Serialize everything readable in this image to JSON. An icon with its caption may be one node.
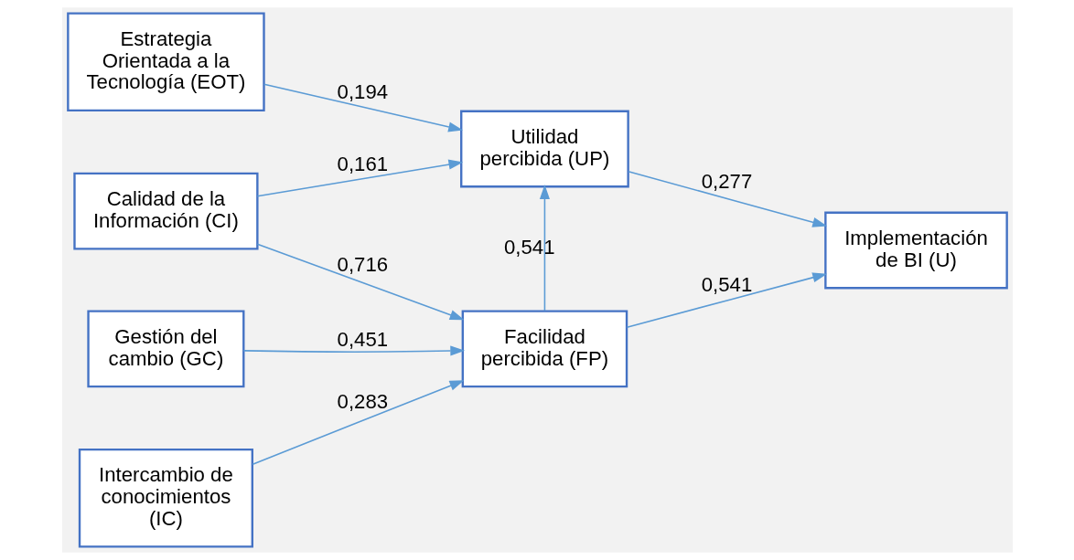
{
  "diagram": {
    "nodes": [
      {
        "text": [
          "Estrategia Orientada a la Tecnología (EOT)"
        ]
      },
      {
        "text": [
          "Utilidad percibida (UP)"
        ]
      },
      {
        "text": [
          "Calidad de la Información (CI)"
        ]
      },
      {
        "text": [
          "Implementación de BI (U)"
        ]
      },
      {
        "text": [
          "Gestión del cambio (GC)"
        ]
      },
      {
        "text": [
          "Facilidad percibida (FP)"
        ]
      },
      {
        "text": [
          "Intercambio de conocimientos (IC)"
        ]
      }
    ],
    "edges": [
      {
        "from": 0,
        "to": 1,
        "arrow": "to",
        "label": "0,194"
      },
      {
        "from": 2,
        "to": 1,
        "arrow": "to",
        "label": "0,161"
      },
      {
        "from": 1,
        "to": 3,
        "arrow": "to",
        "label": "0,277"
      },
      {
        "from": 2,
        "to": 5,
        "arrow": "to",
        "label": "0,716"
      },
      {
        "from": 5,
        "to": 1,
        "arrow": "to",
        "label": "0,541"
      },
      {
        "from": 5,
        "to": 3,
        "arrow": "to",
        "label": "0,541"
      },
      {
        "from": 4,
        "to": 5,
        "arrow": "to",
        "label": "0,451"
      },
      {
        "from": 6,
        "to": 5,
        "arrow": "to",
        "label": "0,283"
      }
    ]
  }
}
